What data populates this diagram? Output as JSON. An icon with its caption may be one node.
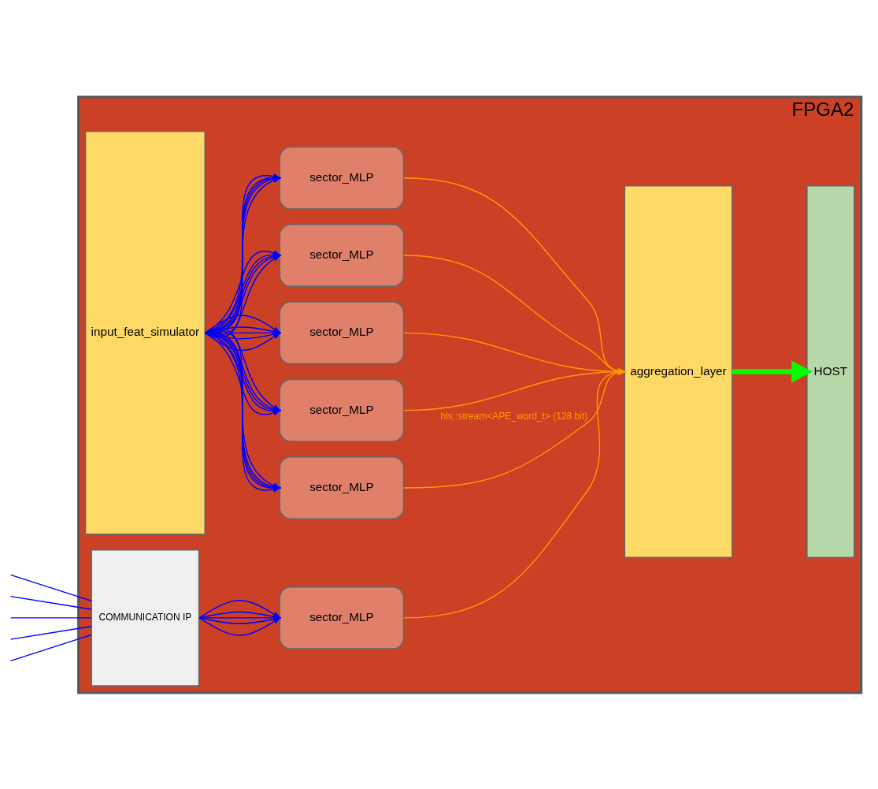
{
  "diagram": {
    "nodes": [
      {
        "text": [
          "FPGA2"
        ]
      },
      {
        "text": [
          "input_feat_simulator"
        ],
        "in": 0
      },
      {
        "text": [
          "sector_MLP"
        ],
        "in": 0
      },
      {
        "text": [
          "sector_MLP"
        ],
        "in": 0
      },
      {
        "text": [
          "sector_MLP"
        ],
        "in": 0
      },
      {
        "text": [
          "sector_MLP"
        ],
        "in": 0
      },
      {
        "text": [
          "sector_MLP"
        ],
        "in": 0
      },
      {
        "text": [
          "sector_MLP"
        ],
        "in": 0
      },
      {
        "text": [
          "COMMUNICATION IP"
        ],
        "in": 0
      },
      {
        "text": [
          "aggregation_layer"
        ],
        "in": 0
      },
      {
        "text": [
          "HOST"
        ],
        "in": 0
      }
    ],
    "edges": [
      {
        "from": 1,
        "to": 2,
        "arrow": "to"
      },
      {
        "from": 1,
        "to": 2,
        "arrow": "to"
      },
      {
        "from": 1,
        "to": 2,
        "arrow": "to"
      },
      {
        "from": 1,
        "to": 2,
        "arrow": "to"
      },
      {
        "from": 1,
        "to": 2,
        "arrow": "to"
      },
      {
        "from": 1,
        "to": 3,
        "arrow": "to"
      },
      {
        "from": 1,
        "to": 3,
        "arrow": "to"
      },
      {
        "from": 1,
        "to": 3,
        "arrow": "to"
      },
      {
        "from": 1,
        "to": 3,
        "arrow": "to"
      },
      {
        "from": 1,
        "to": 3,
        "arrow": "to"
      },
      {
        "from": 1,
        "to": 4,
        "arrow": "to"
      },
      {
        "from": 1,
        "to": 4,
        "arrow": "to"
      },
      {
        "from": 1,
        "to": 4,
        "arrow": "to"
      },
      {
        "from": 1,
        "to": 4,
        "arrow": "to"
      },
      {
        "from": 1,
        "to": 4,
        "arrow": "to"
      },
      {
        "from": 1,
        "to": 5,
        "arrow": "to"
      },
      {
        "from": 1,
        "to": 5,
        "arrow": "to"
      },
      {
        "from": 1,
        "to": 5,
        "arrow": "to"
      },
      {
        "from": 1,
        "to": 5,
        "arrow": "to"
      },
      {
        "from": 1,
        "to": 5,
        "arrow": "to"
      },
      {
        "from": 1,
        "to": 6,
        "arrow": "to"
      },
      {
        "from": 1,
        "to": 6,
        "arrow": "to"
      },
      {
        "from": 1,
        "to": 6,
        "arrow": "to"
      },
      {
        "from": 1,
        "to": 6,
        "arrow": "to"
      },
      {
        "from": 1,
        "to": 6,
        "arrow": "to"
      },
      {
        "from": 8,
        "to": 7,
        "arrow": "to"
      },
      {
        "from": 8,
        "to": 7,
        "arrow": "to"
      },
      {
        "from": 8,
        "to": 7,
        "arrow": "to"
      },
      {
        "from": 8,
        "to": 7,
        "arrow": "to"
      },
      {
        "from": 8,
        "to": 7,
        "arrow": "to"
      },
      {
        "from": null,
        "to": 8,
        "arrow": "none"
      },
      {
        "from": null,
        "to": 8,
        "arrow": "none"
      },
      {
        "from": null,
        "to": 8,
        "arrow": "none"
      },
      {
        "from": null,
        "to": 8,
        "arrow": "none"
      },
      {
        "from": null,
        "to": 8,
        "arrow": "none"
      },
      {
        "from": 2,
        "to": 9,
        "arrow": "to",
        "color": "#ff9900",
        "label": "hls::stream<APE_word_t> (128 bit)"
      },
      {
        "from": 3,
        "to": 9,
        "arrow": "to",
        "color": "#ff9900"
      },
      {
        "from": 4,
        "to": 9,
        "arrow": "to",
        "color": "#ff9900"
      },
      {
        "from": 5,
        "to": 9,
        "arrow": "to",
        "color": "#ff9900"
      },
      {
        "from": 6,
        "to": 9,
        "arrow": "to",
        "color": "#ff9900"
      },
      {
        "from": 7,
        "to": 9,
        "arrow": "to",
        "color": "#ff9900"
      },
      {
        "from": 9,
        "to": 10,
        "arrow": "to",
        "style": "thick",
        "color": "#00ff00"
      }
    ]
  }
}
